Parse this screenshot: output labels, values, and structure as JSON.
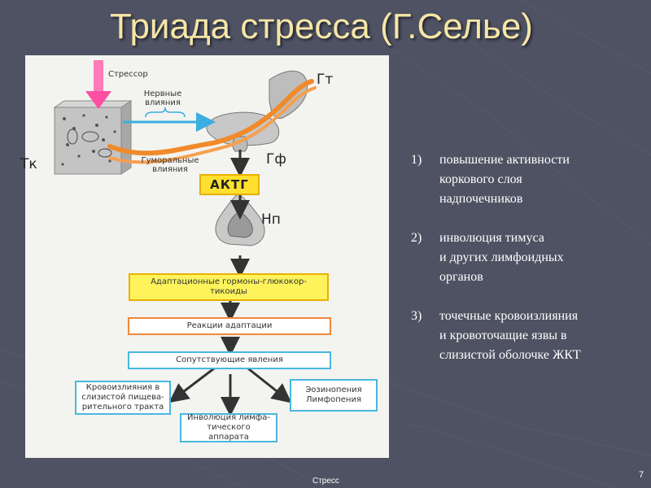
{
  "slide": {
    "title": "Триада стресса (Г.Селье)",
    "footer": "Стресс",
    "page_number": "7"
  },
  "diagram": {
    "stressor": "Стрессор",
    "nerve_influences": "Нервные влияния",
    "humoral_influences": "Гуморальные влияния",
    "tk": "Тк",
    "gt": "Гт",
    "gf": "Гф",
    "np": "Нп",
    "actg": "АКТГ",
    "adaptation_hormones": "Адаптационные гормоны-глюкокор-тикоиды",
    "adaptation_reactions": "Реакции адаптации",
    "accompanying": "Сопутствующие явления",
    "hemorrhage": "Кровоизлияния в слизистой пищева-рительного тракта",
    "involution": "Инволюция лимфа-тического аппарата",
    "eosinopenia": "Эозинопения",
    "lymphopenia": "Лимфопения"
  },
  "triad": [
    {
      "num": "1)",
      "lines": [
        "повышение активности",
        "коркового слоя",
        "надпочечников"
      ]
    },
    {
      "num": "2)",
      "lines": [
        "инволюция тимуса",
        "и других лимфоидных",
        "органов"
      ]
    },
    {
      "num": "3)",
      "lines": [
        "точечные кровоизлияния",
        "и кровоточащие язвы в",
        "слизистой оболочке ЖКТ"
      ]
    }
  ],
  "colors": {
    "background": "#4e5262",
    "title": "#f5e6a6",
    "stressor_arrow": "#ff5aa8",
    "nerve_arrow": "#3aaee0",
    "hormone_path": "#f08a2a",
    "actg_fill": "#ffe02e",
    "orange_border": "#f0883a",
    "blue_border": "#48b8e0"
  }
}
